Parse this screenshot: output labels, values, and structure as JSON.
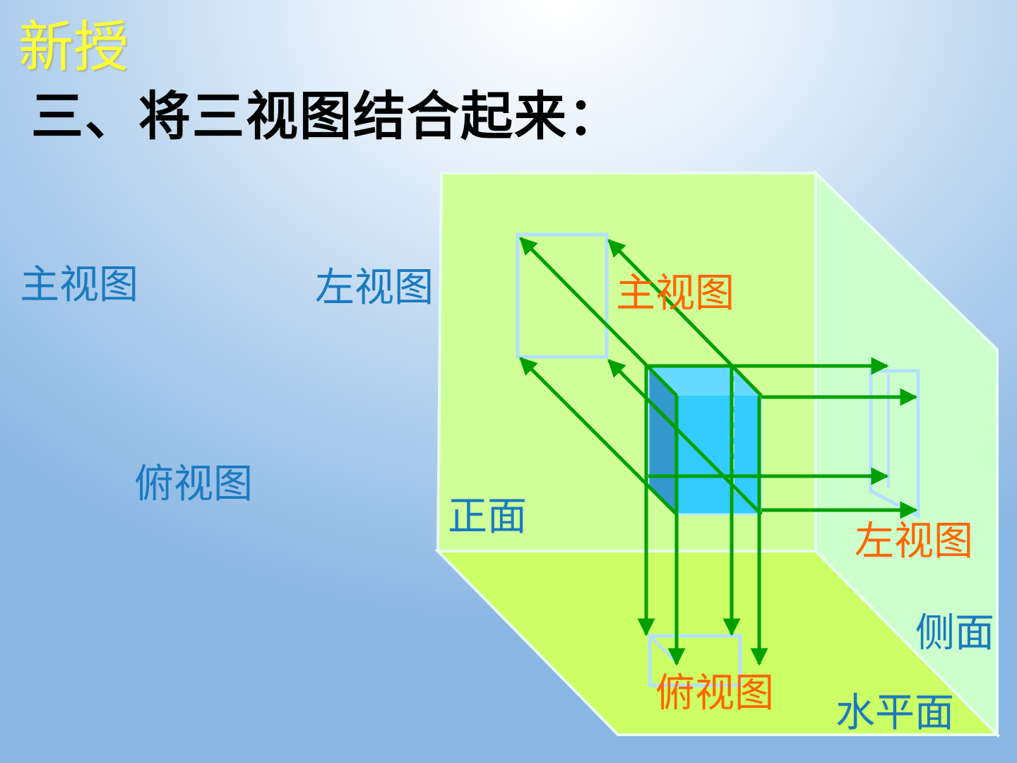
{
  "heading": {
    "tag": "新授",
    "title": "三、将三视图结合起来："
  },
  "side_labels": {
    "front_view": "主视图",
    "left_view": "左视图",
    "top_view": "俯视图"
  },
  "diagram": {
    "planes": {
      "front": "正面",
      "side": "侧面",
      "horizontal": "水平面"
    },
    "projections": {
      "front_view": "主视图",
      "left_view": "左视图",
      "top_view": "俯视图"
    },
    "colors": {
      "front_plane": "#d0ff99",
      "side_plane": "#ccffcc",
      "horizontal_plane": "#ccff66",
      "plane_edge": "#e8fff0",
      "arrow": "#00a000",
      "cube_front": "#33ccff",
      "cube_top": "#66d9ff",
      "cube_side": "#3399cc",
      "projection_outline": "#b3e0ff",
      "plane_label": "#1a7ac0",
      "projection_label": "#ff6600"
    }
  }
}
